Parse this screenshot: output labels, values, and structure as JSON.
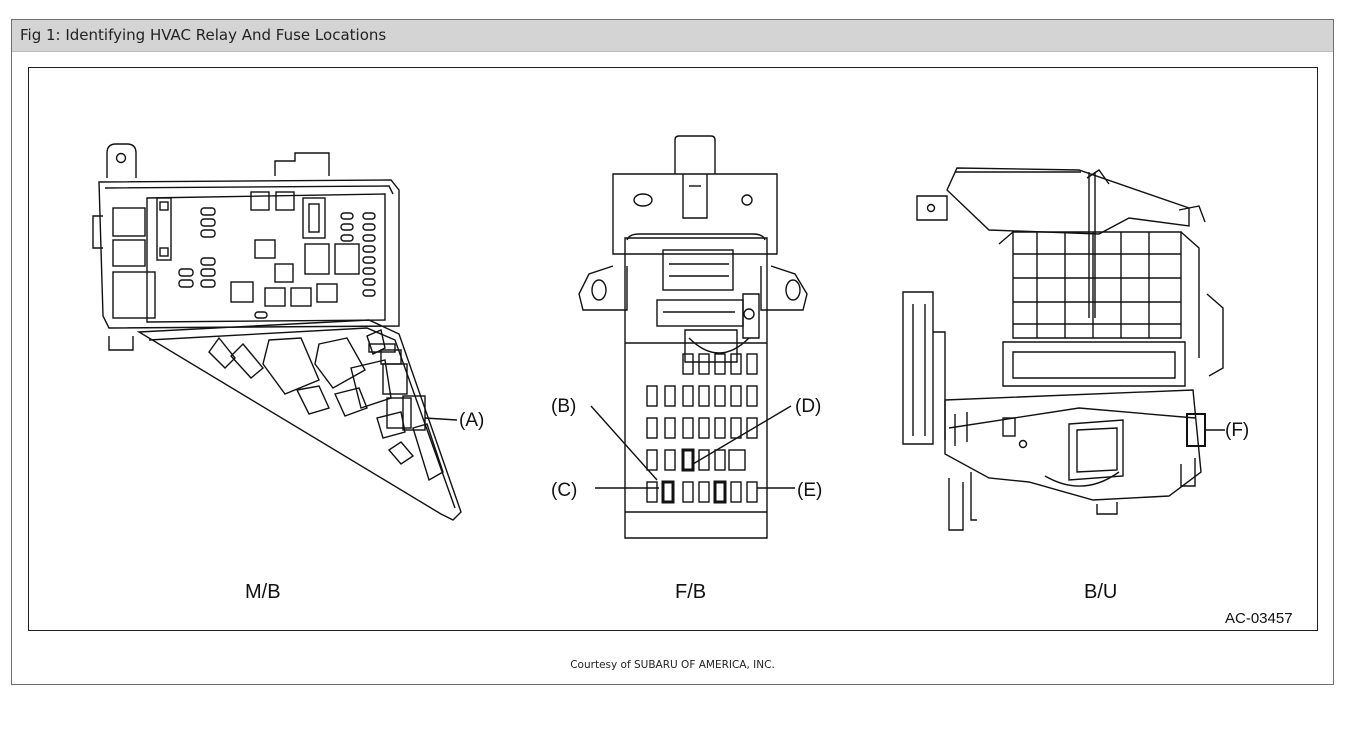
{
  "figure": {
    "title": "Fig 1: Identifying HVAC Relay And Fuse Locations",
    "courtesy": "Courtesy of SUBARU OF AMERICA, INC."
  },
  "diagram": {
    "components": {
      "mb": "M/B",
      "fb": "F/B",
      "bu": "B/U"
    },
    "callouts": {
      "a": "(A)",
      "b": "(B)",
      "c": "(C)",
      "d": "(D)",
      "e": "(E)",
      "f": "(F)"
    },
    "figure_code": "AC-03457"
  }
}
